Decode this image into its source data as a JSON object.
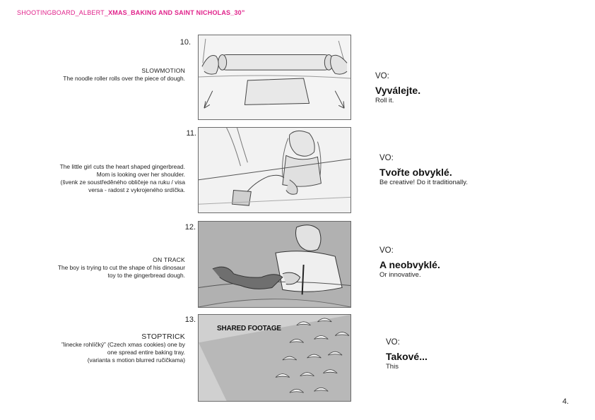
{
  "header": {
    "prefix": "SHOOTINGBOARD_ALBERT_",
    "title": "XMAS_BAKING AND SAINT NICHOLAS_30”"
  },
  "page_number": "4.",
  "shots": [
    {
      "number": "10.",
      "tag": "SLOWMOTION",
      "description": [
        "The noodle roller rolls over the piece of dough."
      ],
      "vo_label": "VO:",
      "vo_line": "Vyválejte.",
      "vo_translation": "Roll it."
    },
    {
      "number": "11.",
      "tag": "",
      "description": [
        "The little girl cuts the heart shaped gingerbread.",
        "Mom is looking over her shoulder.",
        "(švenk ze soustředěného obličeje na ruku / visa",
        "versa  - radost z vykrojeného srdíčka."
      ],
      "vo_label": "VO:",
      "vo_line": "Tvořte obvyklé.",
      "vo_translation": "Be creative! Do it traditionally."
    },
    {
      "number": "12.",
      "tag": "ON TRACK",
      "description": [
        "The boy is trying to cut the shape of his dinosaur",
        "toy to the gingerbread dough."
      ],
      "vo_label": "VO:",
      "vo_line": "A neobvyklé.",
      "vo_translation": "Or innovative."
    },
    {
      "number": "13.",
      "tag": "STOPTRICK",
      "description": [
        "”linecke rohlíčký” (Czech xmas cookies) one by",
        "one spread entire baking tray.",
        "(varianta s motion blurred ručičkama)"
      ],
      "vo_label": "VO:",
      "vo_line": "Takové...",
      "vo_translation": "This",
      "overlay": "SHARED FOOTAGE"
    }
  ]
}
